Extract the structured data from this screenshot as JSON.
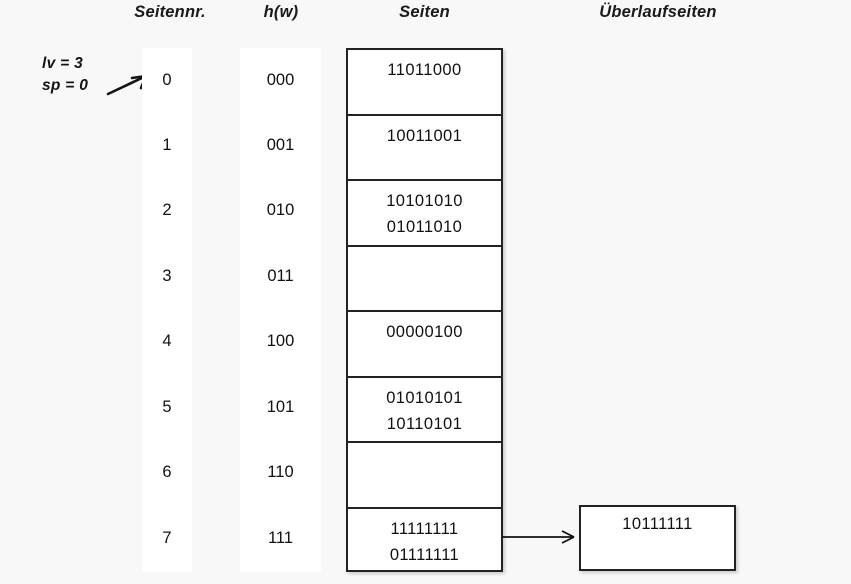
{
  "headers": {
    "seitennr": "Seitennr.",
    "hw": "h(w)",
    "seiten": "Seiten",
    "ueberlaufseiten": "Überlaufseiten"
  },
  "params": {
    "lv": "lv = 3",
    "sp": "sp = 0"
  },
  "rows": [
    {
      "seitennr": "0",
      "hw": "000",
      "records": [
        "11011000"
      ]
    },
    {
      "seitennr": "1",
      "hw": "001",
      "records": [
        "10011001"
      ]
    },
    {
      "seitennr": "2",
      "hw": "010",
      "records": [
        "10101010",
        "01011010"
      ]
    },
    {
      "seitennr": "3",
      "hw": "011",
      "records": []
    },
    {
      "seitennr": "4",
      "hw": "100",
      "records": [
        "00000100"
      ]
    },
    {
      "seitennr": "5",
      "hw": "101",
      "records": [
        "01010101",
        "10110101"
      ]
    },
    {
      "seitennr": "6",
      "hw": "110",
      "records": []
    },
    {
      "seitennr": "7",
      "hw": "111",
      "records": [
        "11111111",
        "01111111"
      ]
    }
  ],
  "overflow": {
    "page": {
      "records": [
        "10111111"
      ],
      "from_row": "7"
    }
  },
  "colors": {
    "background": "#f8f8f8",
    "cell_background": "#ffffff",
    "border": "#222222",
    "text": "#111111"
  }
}
